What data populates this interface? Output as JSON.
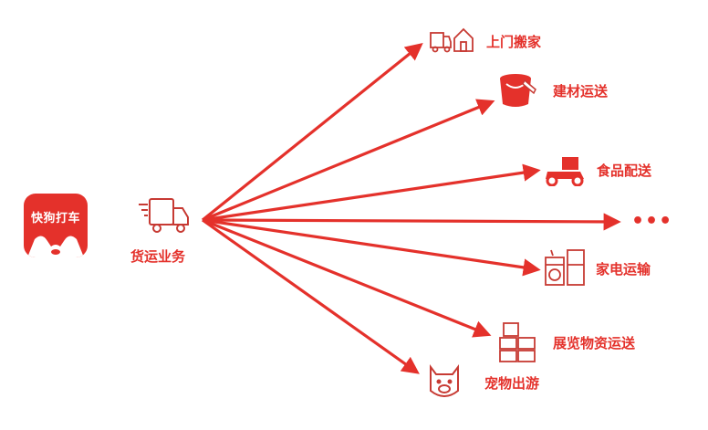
{
  "app": {
    "name": "快狗打车"
  },
  "center": {
    "label": "货运业务",
    "icon": "truck-icon"
  },
  "branches": [
    {
      "label": "上门搬家",
      "icon": "moving-truck-house-icon"
    },
    {
      "label": "建材运送",
      "icon": "paint-bucket-icon"
    },
    {
      "label": "食品配送",
      "icon": "delivery-scooter-icon"
    },
    {
      "label": "•••",
      "icon": ""
    },
    {
      "label": "家电运输",
      "icon": "appliances-icon"
    },
    {
      "label": "展览物资运送",
      "icon": "stacked-boxes-icon"
    },
    {
      "label": "宠物出游",
      "icon": "pet-pig-icon"
    }
  ],
  "colors": {
    "accent": "#e4312b",
    "icon_stroke": "#c73a33"
  }
}
